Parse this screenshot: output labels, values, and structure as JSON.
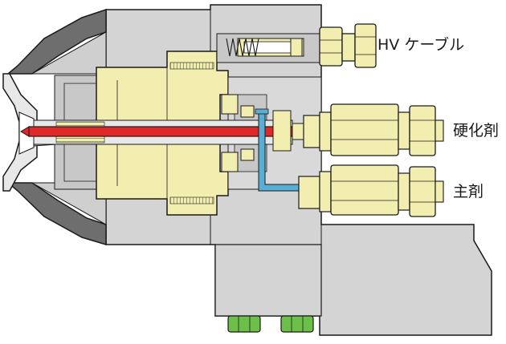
{
  "labels": {
    "hv_cable": "HV ケーブル",
    "hardener": "硬化剤",
    "main_agent": "主剤"
  },
  "colors": {
    "housing": "#d4d4d4",
    "housing_dark": "#6e6e6e",
    "brass": "#f2eeb0",
    "needle": "#e02828",
    "conduit": "#5aaed6",
    "nut": "#6cc04a",
    "outline": "#1a1a1a"
  }
}
